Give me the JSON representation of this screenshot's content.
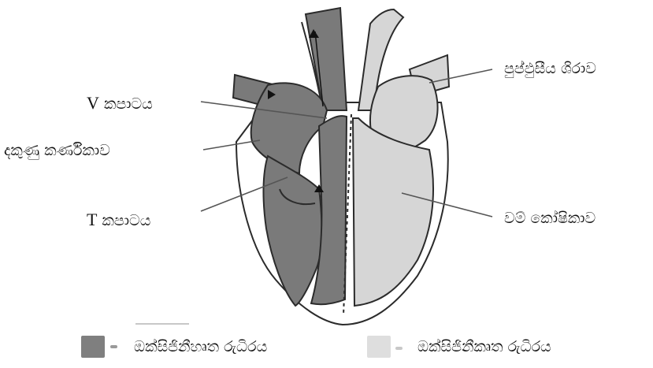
{
  "labels": {
    "v_valve": {
      "letter": "V",
      "text": "කපාටය"
    },
    "right_atrium": "දකුණු කර්ණිකාව",
    "t_valve": {
      "letter": "T",
      "text": "කපාටය"
    },
    "pulmonary_vein": "පුප්ඵුසීය ශිරාව",
    "left_ventricle": "වම් කෝෂිකාව"
  },
  "legend": {
    "deoxygenated": {
      "label": "ඔක්සිජිනීහෘත රුධිරය",
      "color": "#7f7f7f"
    },
    "oxygenated": {
      "label": "ඔක්සිජිනීකෘත රුධිරය",
      "color": "#dedede"
    }
  },
  "colors": {
    "deoxygenated_fill": "#7a7a7a",
    "oxygenated_fill": "#d6d6d6",
    "outline": "#2b2b2b"
  }
}
